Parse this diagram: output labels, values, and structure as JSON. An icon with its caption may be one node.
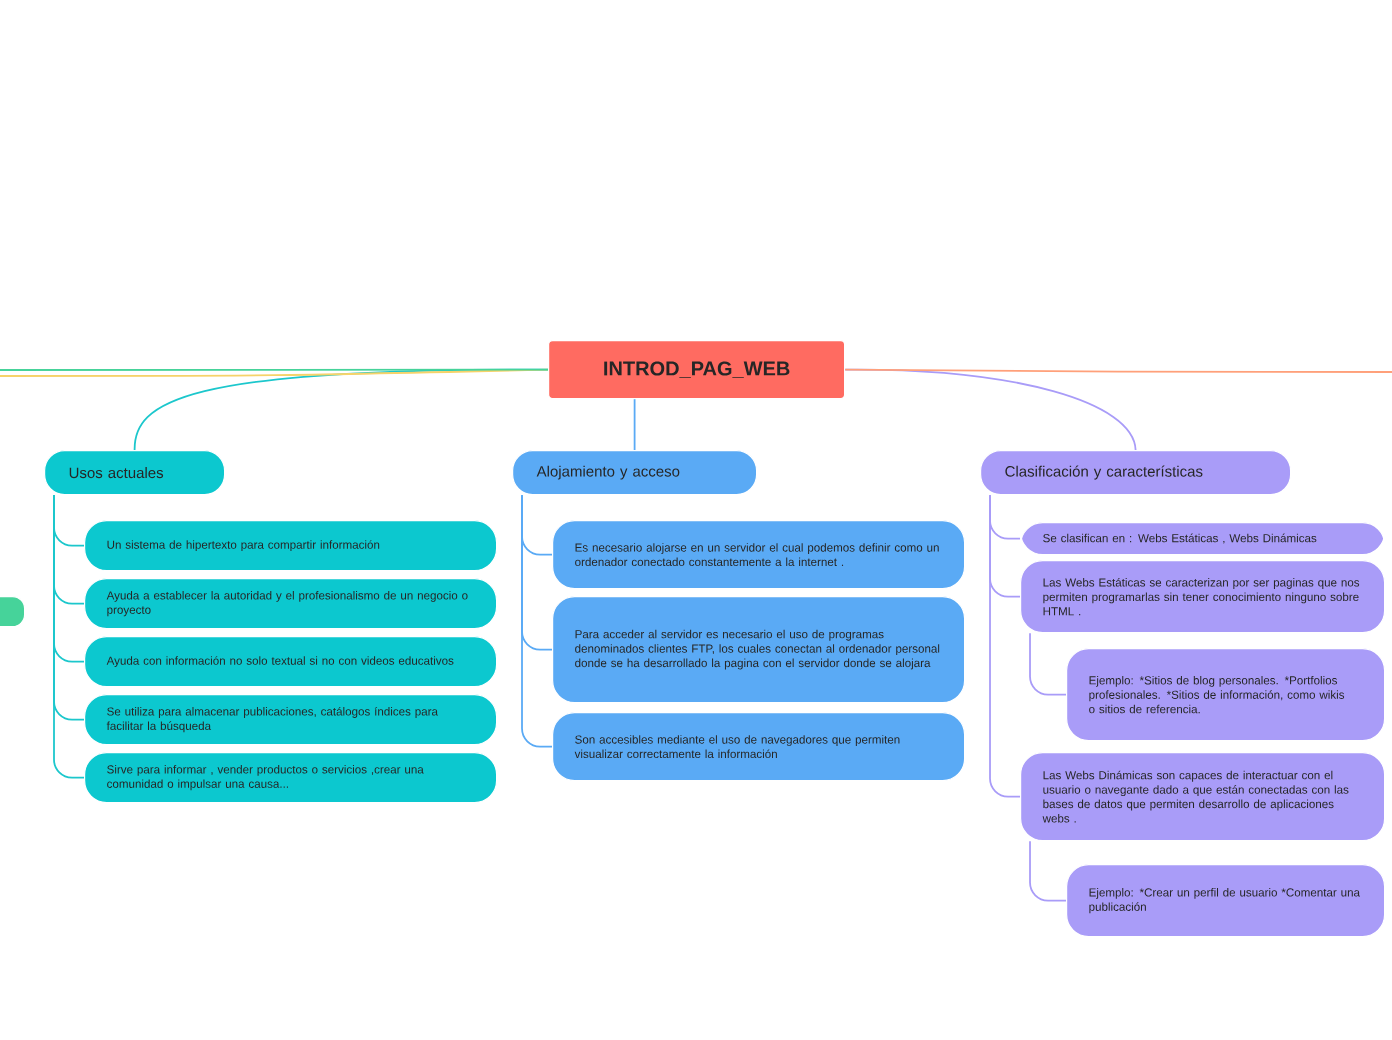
{
  "diagram": {
    "nodes": [
      {
        "text": [
          "INTROD_PAG_WEB"
        ]
      },
      {
        "text": [
          "Usos actuales"
        ]
      },
      {
        "text": [
          "Un sistema de hipertexto para compartir información"
        ]
      },
      {
        "text": [
          "Ayuda a establecer la autoridad y el profesionalismo de un negocio o proyecto"
        ]
      },
      {
        "text": [
          "Ayuda con información no solo textual si no con videos educativos"
        ]
      },
      {
        "text": [
          "Se utiliza para almacenar publicaciones, catálogos índices para facilitar la búsqueda"
        ]
      },
      {
        "text": [
          "Sirve para informar , vender productos o servicios ,crear una comunidad o impulsar una causa..."
        ]
      },
      {
        "text": [
          "Alojamiento y acceso"
        ]
      },
      {
        "text": [
          "Es necesario alojarse en un servidor el cual podemos definir como un ordenador  conectado constantemente a la internet ."
        ]
      },
      {
        "text": [
          "Para acceder al servidor es necesario el uso de programas denominados clientes FTP, los cuales conectan al ordenador personal donde  se ha desarrollado la pagina con el servidor donde se alojara"
        ]
      },
      {
        "text": [
          "Son accesibles mediante el uso de navegadores que permiten visualizar correctamente la información"
        ]
      },
      {
        "text": [
          "Clasificación y características"
        ]
      },
      {
        "text": [
          "Se clasifican en : Webs Estáticas , Webs Dinámicas"
        ]
      },
      {
        "text": [
          "Las Webs Estáticas se caracterizan por ser paginas que nos permiten programarlas sin tener conocimiento ninguno sobre HTML ."
        ]
      },
      {
        "text": [
          "Ejemplo: *Sitios de blog personales. *Portfolios profesionales. *Sitios de información, como wikis o sitios de referencia."
        ]
      },
      {
        "text": [
          "Las Webs Dinámicas  son capaces de interactuar con el usuario o navegante dado a que están conectadas con las bases de datos que permiten desarrollo de aplicaciones webs ."
        ]
      },
      {
        "text": [
          "Ejemplo: *Crear un perfil de usuario *Comentar una publicación"
        ]
      },
      {
        "text": [],
        "shape": "box"
      }
    ],
    "edges": [
      {
        "from": 0,
        "to": 1,
        "arrow": "none",
        "color": "#1cc7cc"
      },
      {
        "from": 1,
        "to": 2,
        "arrow": "none",
        "color": "#1cc7cc"
      },
      {
        "from": 1,
        "to": 3,
        "arrow": "none",
        "color": "#1cc7cc"
      },
      {
        "from": 1,
        "to": 4,
        "arrow": "none",
        "color": "#1cc7cc"
      },
      {
        "from": 1,
        "to": 5,
        "arrow": "none",
        "color": "#1cc7cc"
      },
      {
        "from": 1,
        "to": 6,
        "arrow": "none",
        "color": "#1cc7cc"
      },
      {
        "from": 0,
        "to": 7,
        "arrow": "none",
        "color": "#5aaaf5"
      },
      {
        "from": 7,
        "to": 8,
        "arrow": "none",
        "color": "#5aaaf5"
      },
      {
        "from": 7,
        "to": 9,
        "arrow": "none",
        "color": "#5aaaf5"
      },
      {
        "from": 7,
        "to": 10,
        "arrow": "none",
        "color": "#5aaaf5"
      },
      {
        "from": 0,
        "to": 11,
        "arrow": "none",
        "color": "#a99cf8"
      },
      {
        "from": 11,
        "to": 12,
        "arrow": "none",
        "color": "#a99cf8"
      },
      {
        "from": 11,
        "to": 13,
        "arrow": "none",
        "color": "#a99cf8"
      },
      {
        "from": 13,
        "to": 14,
        "arrow": "none",
        "color": "#a99cf8"
      },
      {
        "from": 11,
        "to": 15,
        "arrow": "none",
        "color": "#a99cf8"
      },
      {
        "from": 15,
        "to": 16,
        "arrow": "none",
        "color": "#a99cf8"
      },
      {
        "from": 0,
        "to": null,
        "arrow": "none",
        "color": "#f6d36a"
      },
      {
        "from": 0,
        "to": null,
        "arrow": "none",
        "color": "#46d39a"
      },
      {
        "from": 0,
        "to": null,
        "arrow": "none",
        "color": "#ffa07a"
      }
    ]
  }
}
